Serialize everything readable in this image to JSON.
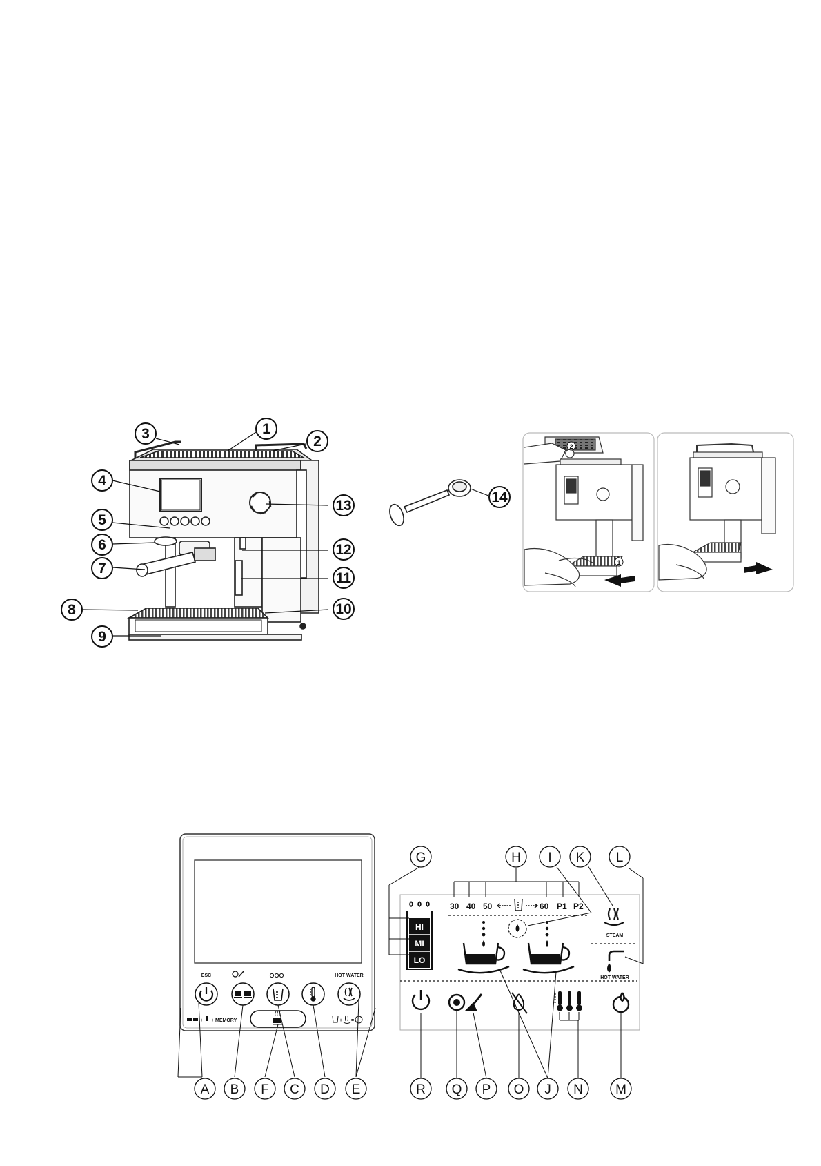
{
  "machine_callouts": [
    "1",
    "2",
    "3",
    "4",
    "5",
    "6",
    "7",
    "8",
    "9",
    "10",
    "11",
    "12",
    "13",
    "14"
  ],
  "insert_steps": [
    "1",
    "2"
  ],
  "control_panel": {
    "labels": {
      "esc": "ESC",
      "hot_water": "HOT WATER",
      "memory": "+ MEMORY"
    },
    "callouts": [
      "A",
      "B",
      "F",
      "C",
      "D",
      "E"
    ]
  },
  "display": {
    "strength_levels": [
      "HI",
      "MI",
      "LO"
    ],
    "volumes": [
      "30",
      "40",
      "50",
      "60",
      "P1",
      "P2"
    ],
    "steam_label": "STEAM",
    "hot_water_label": "HOT WATER",
    "top_callouts": [
      "G",
      "H",
      "I",
      "K",
      "L"
    ],
    "bottom_callouts": [
      "R",
      "Q",
      "P",
      "O",
      "J",
      "N",
      "M"
    ]
  },
  "icons": [
    "power-icon",
    "two-cups-icon",
    "clean-icon",
    "water-drops-icon",
    "cup-volume-icon",
    "thermometer-icon",
    "steam-icon",
    "coffee-cup-icon",
    "hot-water-tap-icon",
    "descale-icon",
    "no-water-icon",
    "arrow-left-icon",
    "arrow-right-icon"
  ]
}
